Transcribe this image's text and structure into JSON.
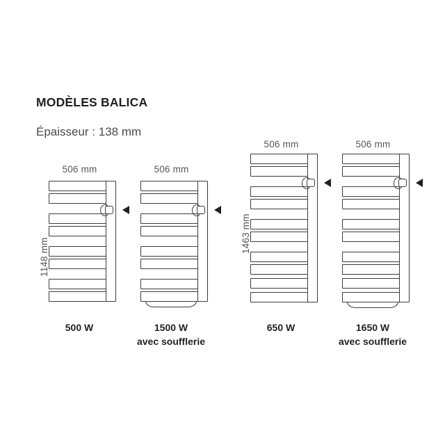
{
  "page": {
    "title": "MODÈLES BALICA",
    "thickness": "Épaisseur : 138 mm",
    "background_color": "#ffffff",
    "line_color": "#3c3c3c",
    "text_color": "#231f20",
    "dimension_text_color": "#565656"
  },
  "models": [
    {
      "id": "balica-500w",
      "width_label": "506 mm",
      "height_label": "1148 mm",
      "power": "500 W",
      "subtitle": "",
      "has_blower": false,
      "bar_count": 8,
      "pair_count": 4,
      "has_height_dimension": true,
      "arrow_icon": "left-pointing-triangle"
    },
    {
      "id": "balica-1500w",
      "width_label": "506 mm",
      "height_label": "",
      "power": "1500 W",
      "subtitle": "avec soufflerie",
      "has_blower": true,
      "bar_count": 8,
      "pair_count": 4,
      "has_height_dimension": false,
      "arrow_icon": "left-pointing-triangle"
    },
    {
      "id": "balica-650w",
      "width_label": "506 mm",
      "height_label": "1463 mm",
      "power": "650 W",
      "subtitle": "",
      "has_blower": false,
      "bar_count": 10,
      "pair_count": 5,
      "has_height_dimension": true,
      "arrow_icon": "left-pointing-triangle"
    },
    {
      "id": "balica-1650w",
      "width_label": "506 mm",
      "height_label": "",
      "power": "1650 W",
      "subtitle": "avec soufflerie",
      "has_blower": true,
      "bar_count": 10,
      "pair_count": 5,
      "has_height_dimension": false,
      "arrow_icon": "left-pointing-triangle"
    }
  ]
}
